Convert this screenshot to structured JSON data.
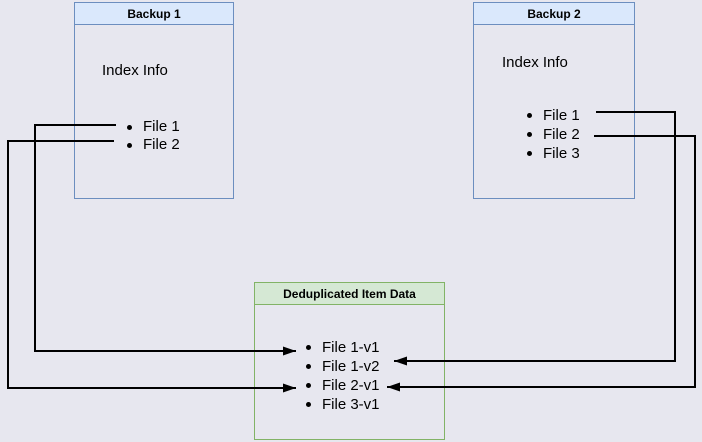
{
  "diagram": {
    "background_color": "#e7e7ef",
    "backup1": {
      "title": "Backup 1",
      "subtitle": "Index Info",
      "items": [
        "File 1",
        "File 2"
      ]
    },
    "backup2": {
      "title": "Backup 2",
      "subtitle": "Index Info",
      "items": [
        "File 1",
        "File 2",
        "File 3"
      ]
    },
    "dedup": {
      "title": "Deduplicated Item Data",
      "items": [
        "File 1-v1",
        "File 1-v2",
        "File 2-v1",
        "File 3-v1"
      ]
    },
    "colors": {
      "blue_box_border": "#6c8ebf",
      "blue_header_fill": "#dae8fc",
      "green_box_border": "#82b366",
      "green_header_fill": "#d5e8d4",
      "arrow": "#000000",
      "text": "#000000"
    },
    "connections": [
      {
        "from": "Backup 1 / File 1",
        "to": "File 1-v1"
      },
      {
        "from": "Backup 1 / File 2",
        "to": "File 2-v1"
      },
      {
        "from": "Backup 2 / File 1",
        "to": "File 1-v2"
      },
      {
        "from": "Backup 2 / File 2",
        "to": "File 2-v1"
      }
    ]
  }
}
